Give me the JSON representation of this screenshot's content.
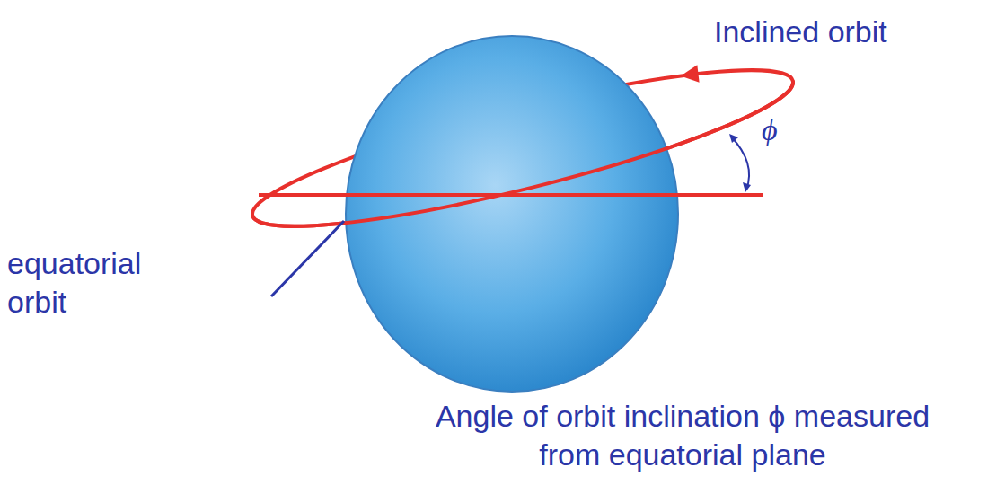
{
  "diagram": {
    "labels": [
      "Inclined orbit",
      "ϕ",
      "equatorial orbit"
    ],
    "caption": "Angle of orbit inclination ϕ measured from equatorial plane"
  }
}
